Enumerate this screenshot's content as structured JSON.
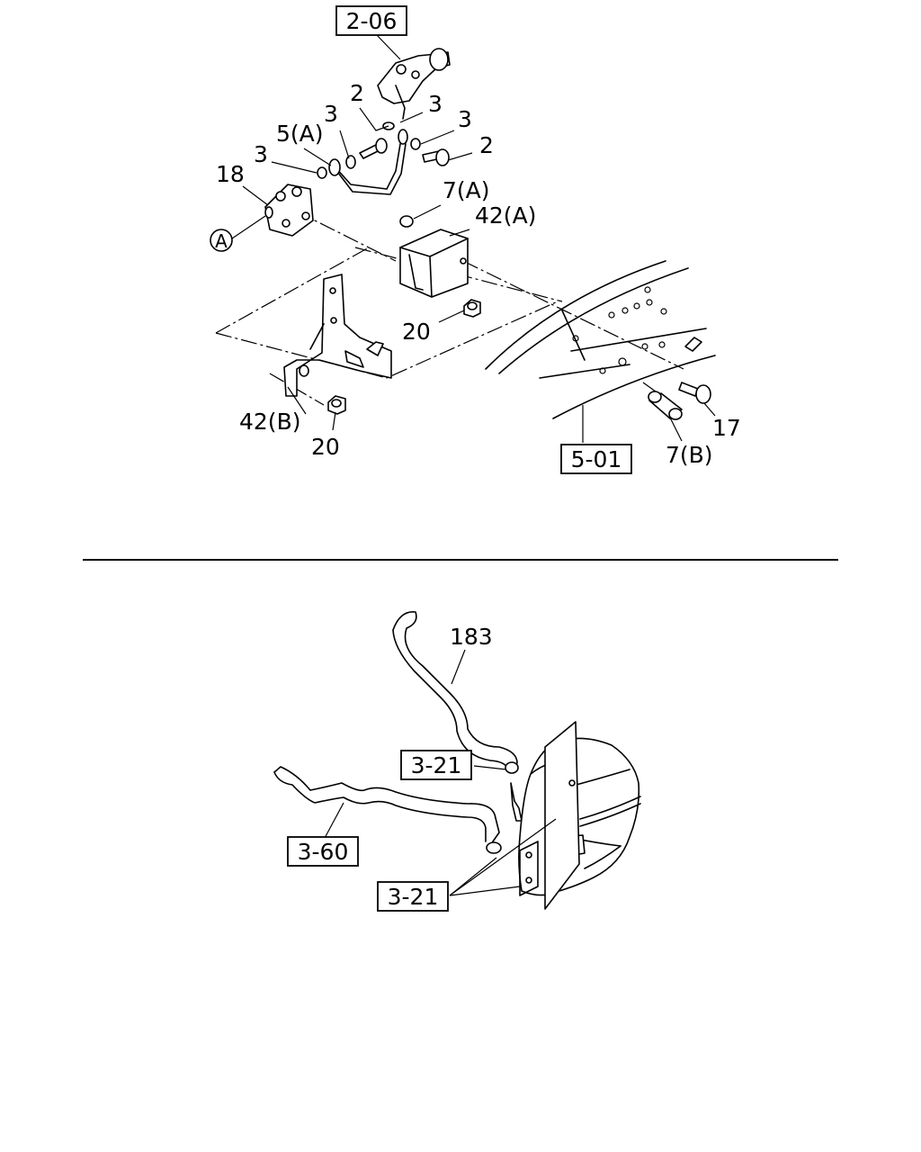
{
  "top_diagram": {
    "refs": {
      "r206": "2-06",
      "r501": "5-01"
    },
    "labels": {
      "n2a": "2",
      "n3a": "3",
      "n3b": "3",
      "n3c": "3",
      "n2b": "2",
      "n5a": "5(A)",
      "n3d": "3",
      "n18": "18",
      "circleA": "A",
      "n7a": "7(A)",
      "n42a": "42(A)",
      "n20a": "20",
      "n42b": "42(B)",
      "n20b": "20",
      "n17": "17",
      "n7b": "7(B)"
    }
  },
  "bottom_diagram": {
    "refs": {
      "r321a": "3-21",
      "r360": "3-60",
      "r321b": "3-21"
    },
    "labels": {
      "n183": "183"
    }
  }
}
